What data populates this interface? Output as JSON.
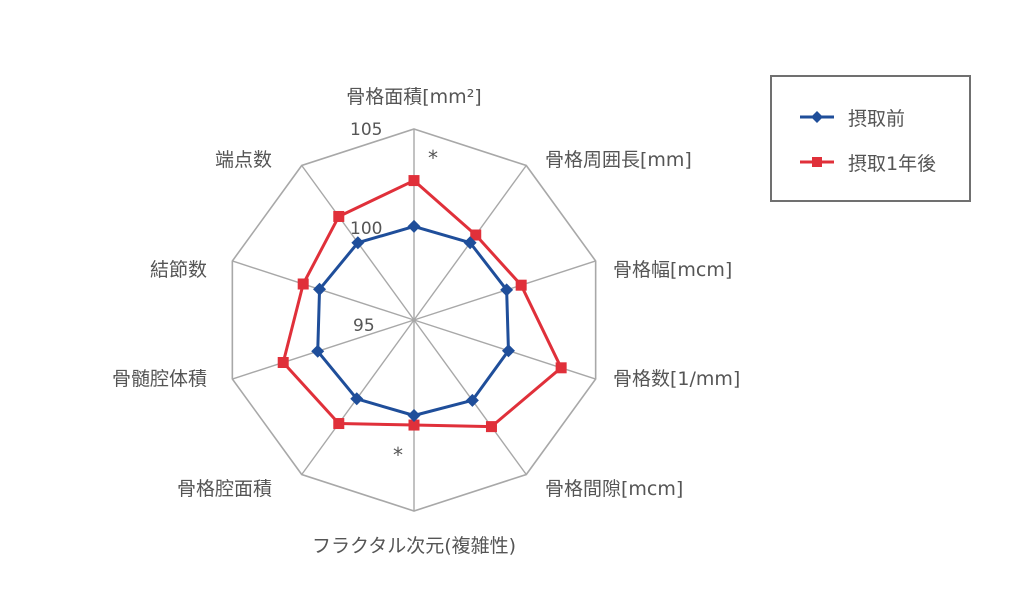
{
  "chart_data": {
    "type": "radar",
    "title": "",
    "scale": {
      "min": 95,
      "max": 105,
      "ticks": [
        95,
        100,
        105
      ]
    },
    "grid": {
      "outer_polygon_only": true,
      "spokes": true
    },
    "categories": [
      "骨格面積[mm²]",
      "骨格周囲長[mm]",
      "骨格幅[mcm]",
      "骨格数[1/mm]",
      "骨格間隙[mcm]",
      "フラクタル次元(複雑性)",
      "骨格腔面積",
      "骨髄腔体積",
      "結節数",
      "端点数"
    ],
    "series": [
      {
        "name": "摂取前",
        "color": "#1f4e9a",
        "marker": "diamond",
        "values": [
          99.9,
          100.0,
          100.1,
          100.2,
          100.2,
          100.0,
          100.1,
          100.3,
          100.2,
          100.0
        ]
      },
      {
        "name": "摂取1年後",
        "color": "#e0303a",
        "marker": "square",
        "values": [
          102.3,
          100.5,
          100.9,
          103.1,
          101.9,
          100.5,
          101.7,
          102.2,
          101.1,
          101.7
        ]
      }
    ],
    "annotations": [
      {
        "text": "*",
        "near_category": "骨格面積[mm²]"
      },
      {
        "text": "*",
        "near_category": "フラクタル次元(複雑性)"
      }
    ],
    "legend_position": "top-right"
  },
  "legend": {
    "items": [
      {
        "label": "摂取前",
        "color": "#1f4e9a",
        "marker": "diamond"
      },
      {
        "label": "摂取1年後",
        "color": "#e0303a",
        "marker": "square"
      }
    ]
  },
  "tick_labels": {
    "min": "95",
    "mid": "100",
    "max": "105"
  },
  "colors": {
    "grid": "#a8a8a8",
    "text": "#555555",
    "legend_border": "#707070"
  }
}
